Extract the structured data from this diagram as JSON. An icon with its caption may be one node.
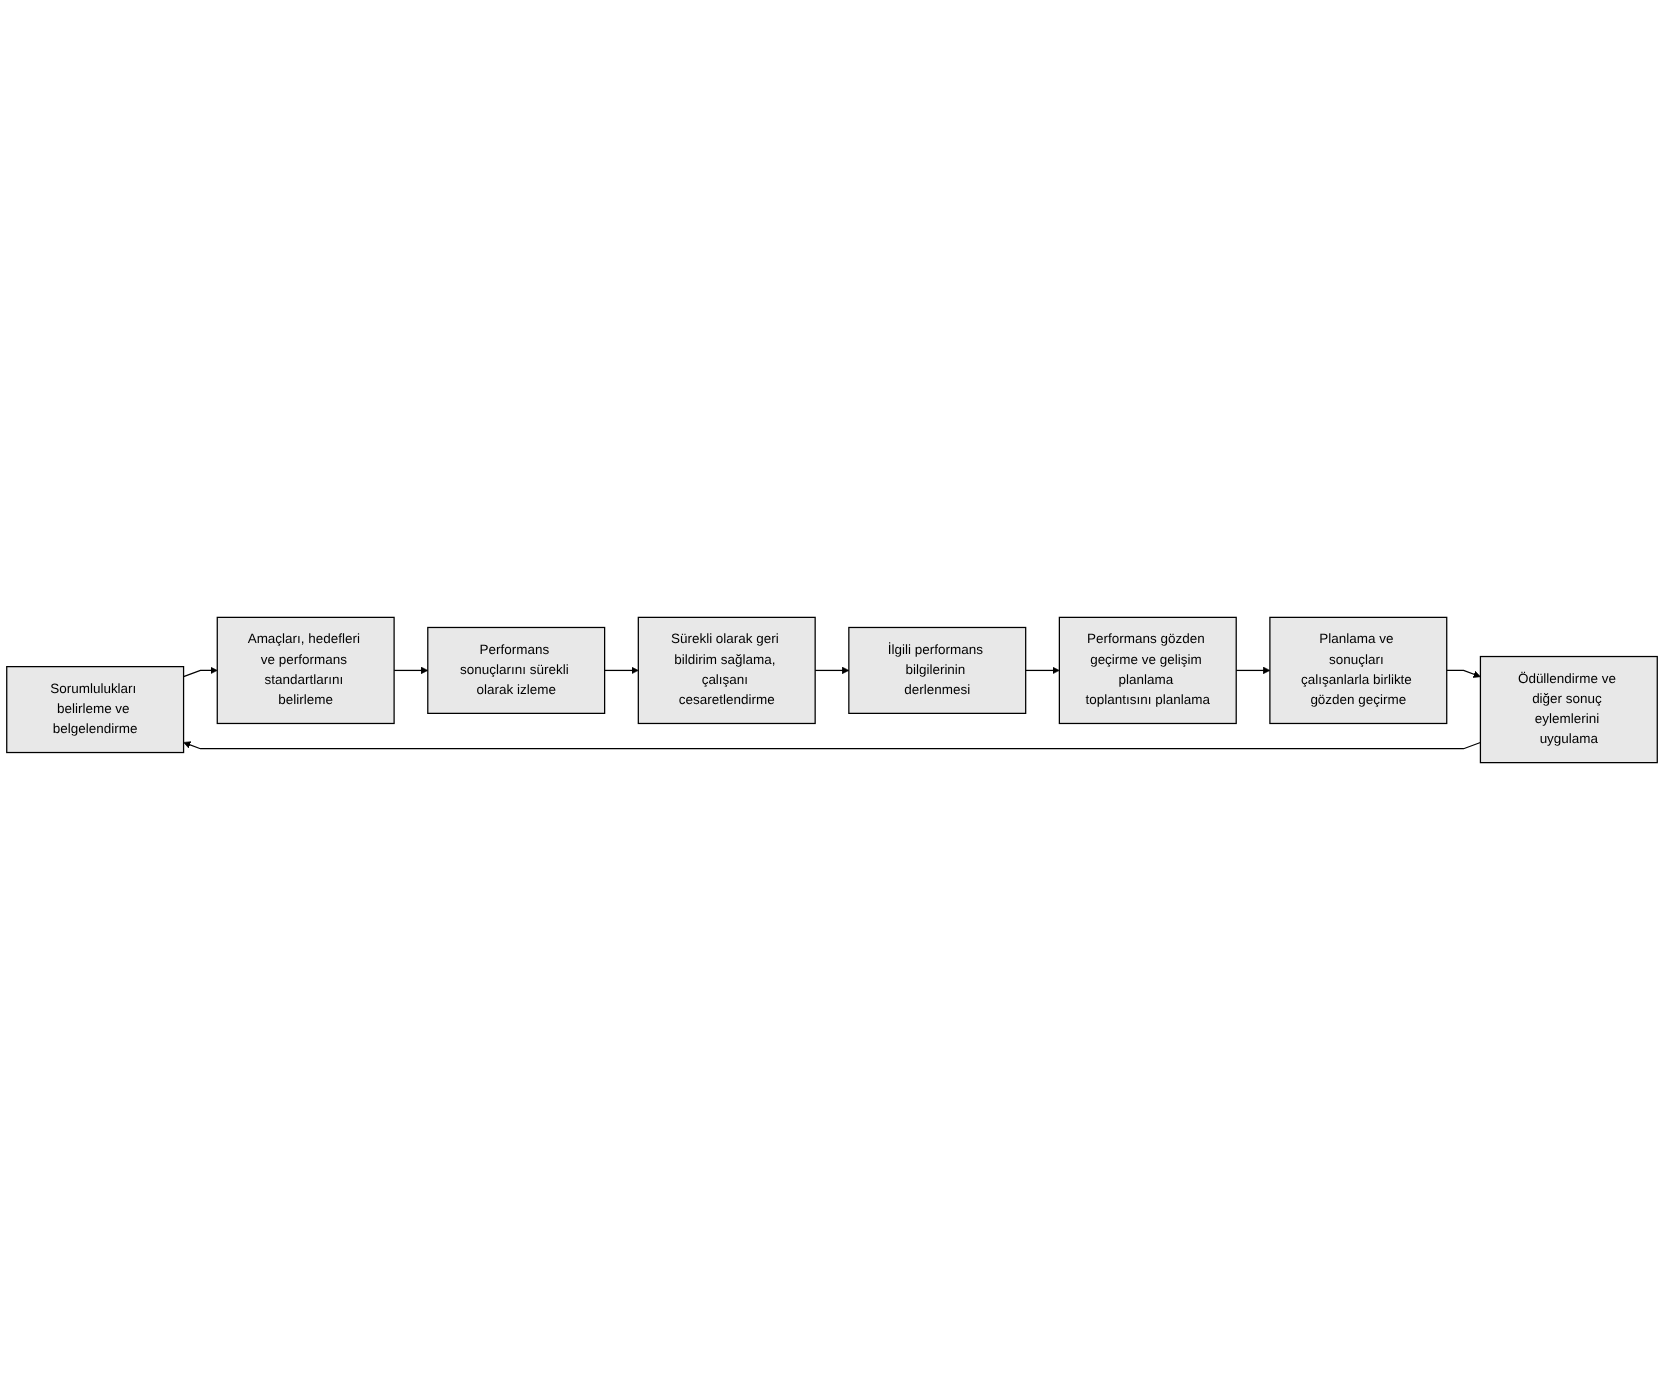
{
  "diagram": {
    "nodes": [
      {
        "text": [
          "Sorumlulukları belirleme ve belgelendirme"
        ]
      },
      {
        "text": [
          "Amaçları, hedefleri ve performans standartlarını belirleme"
        ]
      },
      {
        "text": [
          "Performans sonuçlarını sürekli olarak izleme"
        ]
      },
      {
        "text": [
          "Sürekli olarak geri bildirim sağlama, çalışanı cesaretlendirme"
        ]
      },
      {
        "text": [
          "İlgili performans bilgilerinin derlenmesi"
        ]
      },
      {
        "text": [
          "Performans gözden geçirme ve gelişim planlama toplantısını planlama"
        ]
      },
      {
        "text": [
          "Planlama ve sonuçları çalışanlarla birlikte gözden geçirme"
        ]
      },
      {
        "text": [
          "Ödüllendirme ve diğer sonuç eylemlerini uygulama"
        ]
      }
    ],
    "edges": [
      {
        "from": 0,
        "to": 1,
        "arrow": "to"
      },
      {
        "from": 1,
        "to": 2,
        "arrow": "to"
      },
      {
        "from": 2,
        "to": 3,
        "arrow": "to"
      },
      {
        "from": 3,
        "to": 4,
        "arrow": "to"
      },
      {
        "from": 4,
        "to": 5,
        "arrow": "to"
      },
      {
        "from": 5,
        "to": 6,
        "arrow": "to"
      },
      {
        "from": 6,
        "to": 7,
        "arrow": "to"
      },
      {
        "from": 7,
        "to": 0,
        "arrow": "to"
      }
    ]
  }
}
